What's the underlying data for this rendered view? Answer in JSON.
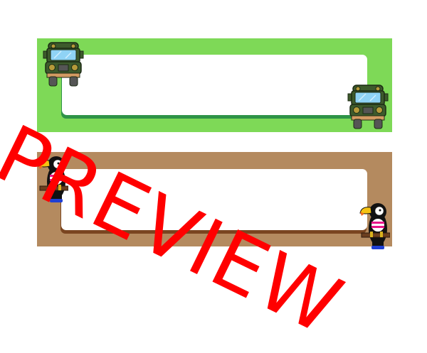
{
  "watermark": {
    "text": "PREVIEW",
    "color": "#ff0000"
  },
  "labels": [
    {
      "name": "truck-name-label",
      "theme": "green",
      "colors": {
        "frame": "#7ed957",
        "inner": "#ffffff",
        "shadow": "#2e9347"
      },
      "icons": [
        "military-truck-icon",
        "military-truck-icon"
      ],
      "text": ""
    },
    {
      "name": "toucan-name-label",
      "theme": "brown",
      "colors": {
        "frame": "#b48a5f",
        "inner": "#ffffff",
        "shadow": "#7a4520"
      },
      "icons": [
        "toucan-icon",
        "toucan-icon"
      ],
      "text": ""
    }
  ]
}
